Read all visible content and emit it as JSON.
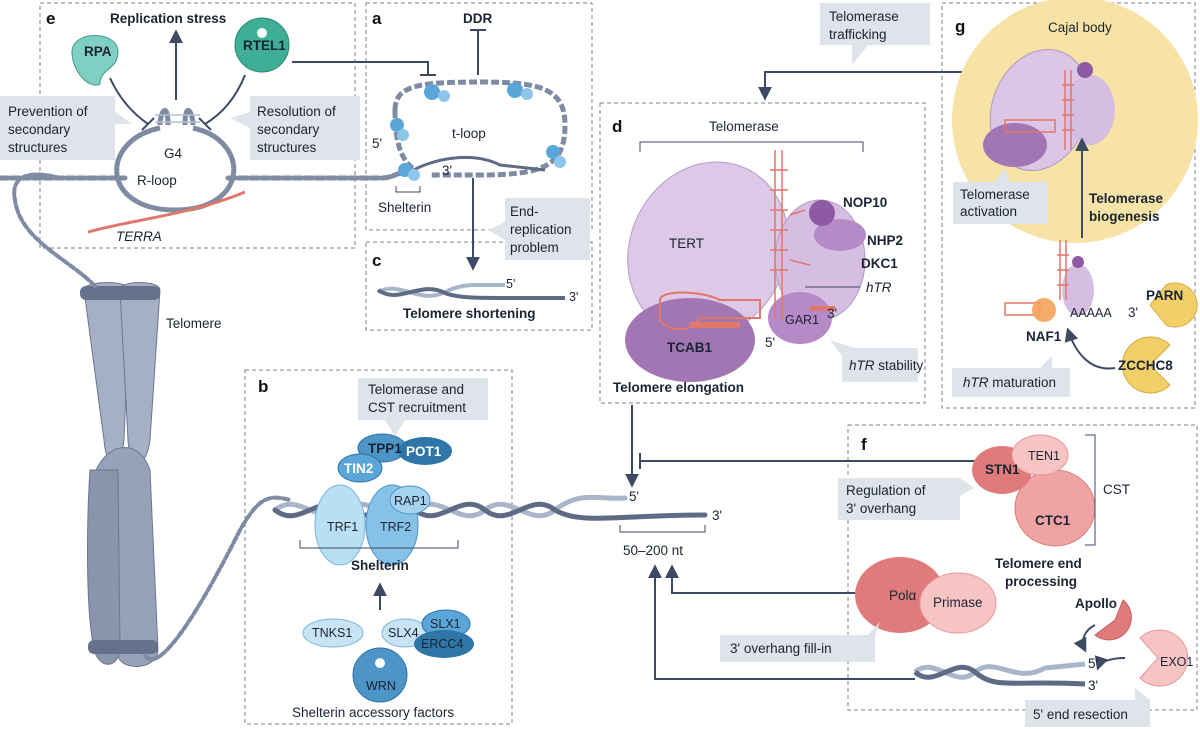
{
  "panels": {
    "a": "a",
    "b": "b",
    "c": "c",
    "d": "d",
    "e": "e",
    "f": "f",
    "g": "g"
  },
  "panel_a": {
    "ddr": "DDR",
    "tloop": "t-loop",
    "five_prime": "5'",
    "three_prime": "3'",
    "shelterin": "Shelterin"
  },
  "panel_c": {
    "end_replication": [
      "End-",
      "replication",
      "problem"
    ],
    "five_prime": "5'",
    "three_prime": "3'",
    "title": "Telomere shortening"
  },
  "panel_e": {
    "replication_stress": "Replication stress",
    "rpa": "RPA",
    "rtel1": "RTEL1",
    "prevention": [
      "Prevention of",
      "secondary",
      "structures"
    ],
    "resolution": [
      "Resolution of",
      "secondary",
      "structures"
    ],
    "g4": "G4",
    "rloop": "R-loop",
    "terra": "TERRA"
  },
  "chromosome": {
    "telomere": "Telomere"
  },
  "panel_b": {
    "callout": [
      "Telomerase and",
      "CST recruitment"
    ],
    "tpp1": "TPP1",
    "pot1": "POT1",
    "tin2": "TIN2",
    "rap1": "RAP1",
    "trf1": "TRF1",
    "trf2": "TRF2",
    "shelterin": "Shelterin",
    "tnks1": "TNKS1",
    "slx4": "SLX4",
    "slx1": "SLX1",
    "ercc4": "ERCC4",
    "wrn": "WRN",
    "accessory": "Shelterin accessory factors",
    "five_prime": "5'",
    "three_prime": "3'",
    "overhang": "50–200 nt"
  },
  "trafficking": {
    "callout": [
      "Telomerase",
      "trafficking"
    ]
  },
  "panel_d": {
    "telomerase": "Telomerase",
    "tert": "TERT",
    "nop10": "NOP10",
    "nhp2": "NHP2",
    "dkc1": "DKC1",
    "htr": "hTR",
    "gar1": "GAR1",
    "tcab1": "TCAB1",
    "five_prime": "5'",
    "three_prime": "3'",
    "htr_stability_italic": "hTR",
    "htr_stability_rest": " stability",
    "title": "Telomere elongation"
  },
  "panel_g": {
    "cajal": "Cajal body",
    "activation": [
      "Telomerase",
      "activation"
    ],
    "biogenesis": [
      "Telomerase",
      "biogenesis"
    ],
    "parn": "PARN",
    "aaaaa": "AAAAA",
    "three_prime": "3'",
    "naf1": "NAF1",
    "zcchc8": "ZCCHC8",
    "maturation_italic": "hTR",
    "maturation_rest": " maturation"
  },
  "panel_f": {
    "ten1": "TEN1",
    "stn1": "STN1",
    "ctc1": "CTC1",
    "cst": "CST",
    "regulation": [
      "Regulation of",
      "3' overhang"
    ],
    "end_processing": [
      "Telomere end",
      "processing"
    ],
    "pola": "Polα",
    "primase": "Primase",
    "fillin": "3' overhang fill-in",
    "apollo": "Apollo",
    "exo1": "EXO1",
    "five_prime": "5'",
    "three_prime": "3'",
    "resection": "5' end resection"
  },
  "colors": {
    "dna_dark": "#5d6b84",
    "dna_light": "#a9b5c8",
    "shelterin_blue": "#5aa6d8",
    "telomerase_purple": "#c9a6d6",
    "rna_red": "#e0776b",
    "cst_pink": "#ef9a9a",
    "callout_grey": "#dfe3ea",
    "cajal_yellow": "#f8e3a6",
    "rtel1_teal": "#3fae96",
    "rpa_teal": "#7fcfc2",
    "parn_yellow": "#f2cf68"
  }
}
